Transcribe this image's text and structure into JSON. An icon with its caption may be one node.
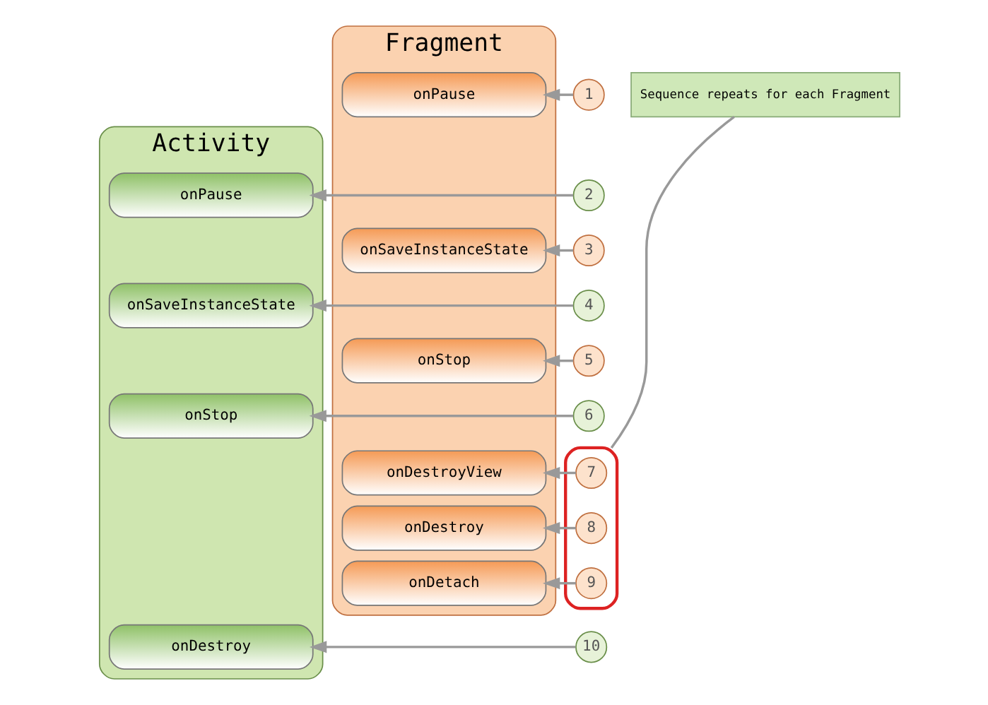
{
  "diagram": {
    "nodes": [
      {
        "text": [
          "Activity"
        ]
      },
      {
        "text": [
          "Fragment"
        ]
      },
      {
        "text": [
          "1"
        ]
      },
      {
        "text": [
          "onPause"
        ],
        "in": 1
      },
      {
        "text": [
          "onPause"
        ],
        "in": 0
      },
      {
        "text": [
          "2"
        ]
      },
      {
        "text": [
          "3"
        ]
      },
      {
        "text": [
          "onSaveInstanceState"
        ],
        "in": 1
      },
      {
        "text": [
          "onSaveInstanceState"
        ],
        "in": 0
      },
      {
        "text": [
          "4"
        ]
      },
      {
        "text": [
          "5"
        ]
      },
      {
        "text": [
          "onStop"
        ],
        "in": 1
      },
      {
        "text": [
          "onStop"
        ],
        "in": 0
      },
      {
        "text": [
          "6"
        ]
      },
      {
        "text": [
          "Sequence repeats for each Fragment"
        ]
      },
      {
        "text": [],
        "shape": "box"
      },
      {
        "text": [
          "7"
        ],
        "in": 15
      },
      {
        "text": [
          "onDestroyView"
        ],
        "in": 1
      },
      {
        "text": [
          "8"
        ],
        "in": 15
      },
      {
        "text": [
          "onDestroy"
        ],
        "in": 1
      },
      {
        "text": [
          "9"
        ],
        "in": 15
      },
      {
        "text": [
          "onDetach"
        ],
        "in": 1
      },
      {
        "text": [
          "onDestroy"
        ],
        "in": 0
      },
      {
        "text": [
          "10"
        ]
      }
    ],
    "edges": [
      {
        "from": 2,
        "to": 3,
        "arrow": "to"
      },
      {
        "from": 5,
        "to": 4,
        "arrow": "to"
      },
      {
        "from": 6,
        "to": 7,
        "arrow": "to"
      },
      {
        "from": 9,
        "to": 8,
        "arrow": "to"
      },
      {
        "from": 10,
        "to": 11,
        "arrow": "to"
      },
      {
        "from": 13,
        "to": 12,
        "arrow": "to"
      },
      {
        "from": 14,
        "to": 15,
        "arrow": "none"
      },
      {
        "from": 16,
        "to": 17,
        "arrow": "to"
      },
      {
        "from": 18,
        "to": 19,
        "arrow": "to"
      },
      {
        "from": 20,
        "to": 21,
        "arrow": "to"
      },
      {
        "from": 23,
        "to": 22,
        "arrow": "to"
      }
    ]
  }
}
